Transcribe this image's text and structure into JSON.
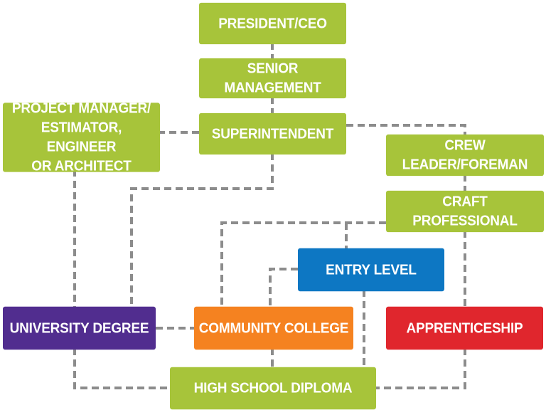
{
  "diagram": {
    "nodes": [
      {
        "id": "president",
        "label": "PRESIDENT/CEO",
        "color": "#a7c43a"
      },
      {
        "id": "senior",
        "label": "SENIOR MANAGEMENT",
        "color": "#a7c43a"
      },
      {
        "id": "superintendent",
        "label": "SUPERINTENDENT",
        "color": "#a7c43a"
      },
      {
        "id": "project_manager",
        "label": "PROJECT MANAGER/\nESTIMATOR, ENGINEER\nOR ARCHITECT",
        "color": "#a7c43a"
      },
      {
        "id": "crew_leader",
        "label": "CREW LEADER/FOREMAN",
        "color": "#a7c43a"
      },
      {
        "id": "craft_professional",
        "label": "CRAFT PROFESSIONAL",
        "color": "#a7c43a"
      },
      {
        "id": "entry_level",
        "label": "ENTRY LEVEL",
        "color": "#0d77c3"
      },
      {
        "id": "university_degree",
        "label": "UNIVERSITY DEGREE",
        "color": "#512d8f"
      },
      {
        "id": "community_college",
        "label": "COMMUNITY COLLEGE",
        "color": "#f58220"
      },
      {
        "id": "apprenticeship",
        "label": "APPRENTICESHIP",
        "color": "#e0262d"
      },
      {
        "id": "high_school",
        "label": "HIGH SCHOOL DIPLOMA",
        "color": "#a7c43a"
      }
    ],
    "connectors": [
      {
        "from": "president",
        "to": "senior"
      },
      {
        "from": "senior",
        "to": "superintendent"
      },
      {
        "from": "superintendent",
        "to": "project_manager"
      },
      {
        "from": "superintendent",
        "to": "crew_leader"
      },
      {
        "from": "superintendent",
        "to": "university_degree"
      },
      {
        "from": "crew_leader",
        "to": "craft_professional"
      },
      {
        "from": "craft_professional",
        "to": "entry_level"
      },
      {
        "from": "craft_professional",
        "to": "community_college"
      },
      {
        "from": "craft_professional",
        "to": "apprenticeship"
      },
      {
        "from": "project_manager",
        "to": "university_degree"
      },
      {
        "from": "entry_level",
        "to": "community_college"
      },
      {
        "from": "entry_level",
        "to": "high_school"
      },
      {
        "from": "university_degree",
        "to": "community_college"
      },
      {
        "from": "university_degree",
        "to": "high_school"
      },
      {
        "from": "community_college",
        "to": "high_school"
      },
      {
        "from": "apprenticeship",
        "to": "high_school"
      }
    ],
    "connector_color": "#8c8c8c"
  }
}
